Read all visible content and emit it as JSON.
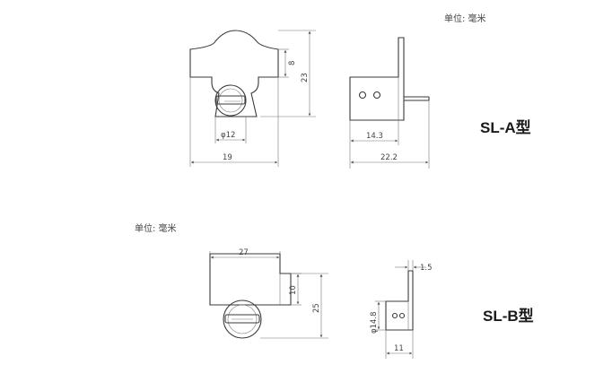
{
  "unit_label_a": "单位: 毫米",
  "unit_label_b": "单位: 毫米",
  "model_a": "SL-A型",
  "model_b": "SL-B型",
  "dims_a": {
    "height_small": "8",
    "height_total": "23",
    "diameter": "φ12",
    "width": "19",
    "side_inner": "14.3",
    "side_total": "22.2"
  },
  "dims_b": {
    "width_top": "27",
    "height_small": "10",
    "height_total": "25",
    "thickness": "1.5",
    "diameter": "φ14.8",
    "side_width": "11"
  }
}
